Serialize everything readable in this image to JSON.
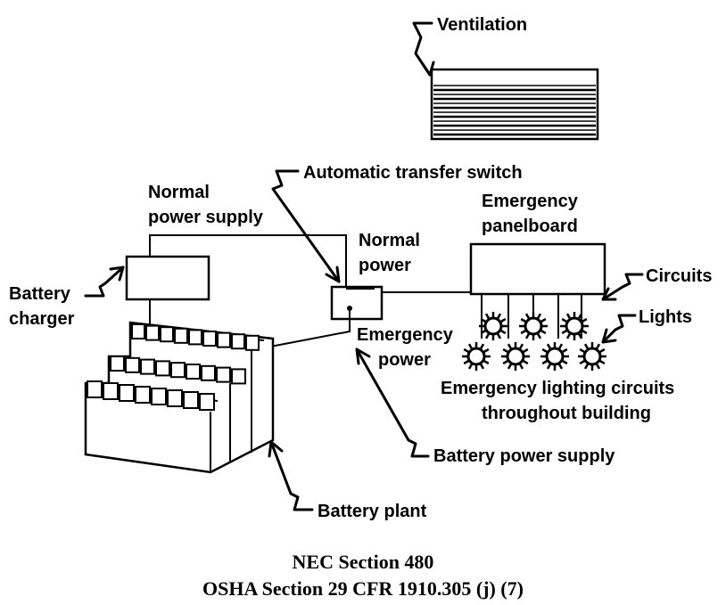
{
  "labels": {
    "ventilation": "Ventilation",
    "automatic_transfer_switch": "Automatic transfer switch",
    "normal_power_supply_1": "Normal",
    "normal_power_supply_2": "power supply",
    "normal_power_1": "Normal",
    "normal_power_2": "power",
    "emergency_panelboard_1": "Emergency",
    "emergency_panelboard_2": "panelboard",
    "circuits": "Circuits",
    "lights": "Lights",
    "battery_charger_1": "Battery",
    "battery_charger_2": "charger",
    "emergency_power_1": "Emergency",
    "emergency_power_2": "power",
    "emergency_lighting_1": "Emergency lighting circuits",
    "emergency_lighting_2": "throughout building",
    "battery_power_supply": "Battery power supply",
    "battery_plant": "Battery plant"
  },
  "caption": {
    "line1": "NEC Section 480",
    "line2": "OSHA Section 29 CFR 1910.305 (j) (7)"
  }
}
